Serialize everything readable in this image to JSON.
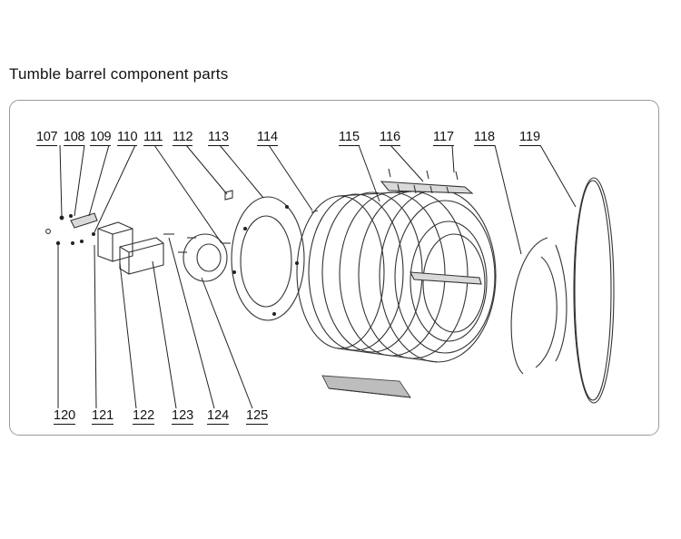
{
  "title": "Tumble barrel component parts",
  "labels_top": [
    "107",
    "108",
    "109",
    "110",
    "111",
    "112",
    "113",
    "114",
    "115",
    "116",
    "117",
    "118",
    "119"
  ],
  "labels_bottom": [
    "120",
    "121",
    "122",
    "123",
    "124",
    "125"
  ]
}
